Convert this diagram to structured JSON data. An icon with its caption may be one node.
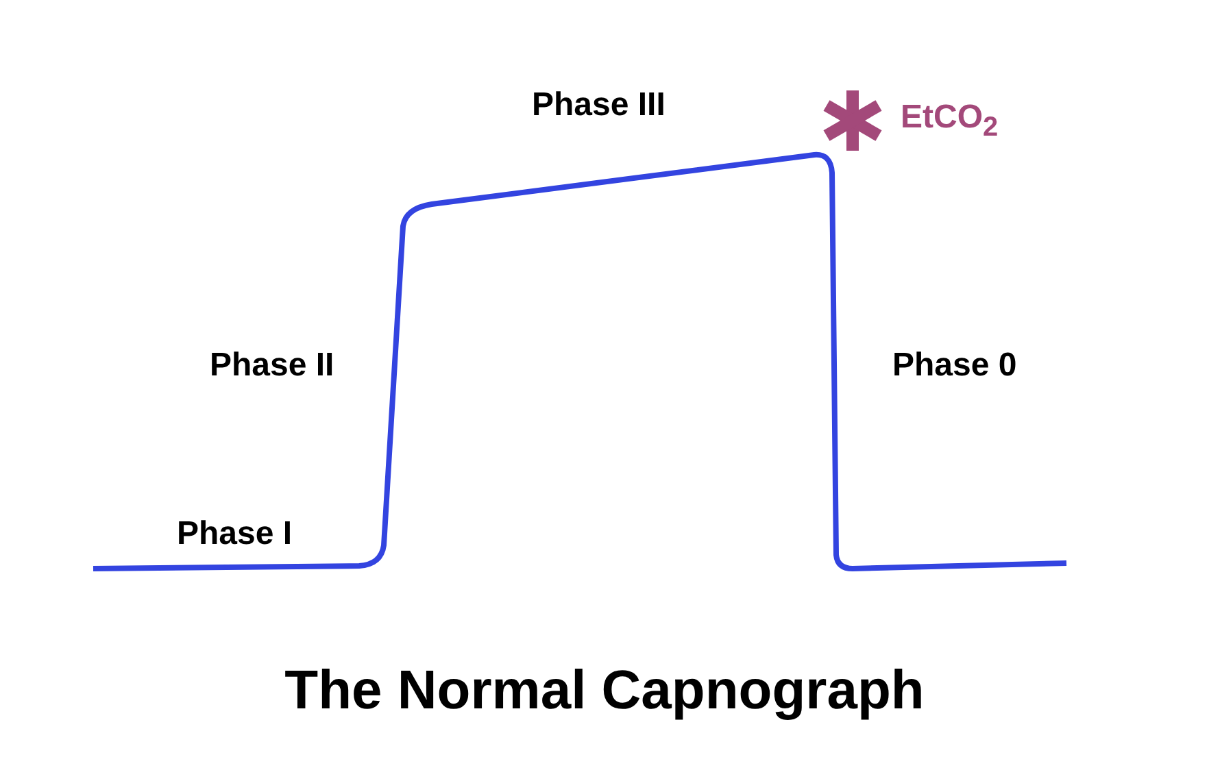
{
  "diagram": {
    "caption": "The Normal Capnograph",
    "labels": [
      "Phase III",
      "EtCO$_{2}$",
      "Phase II",
      "Phase 0",
      "Phase I"
    ]
  }
}
